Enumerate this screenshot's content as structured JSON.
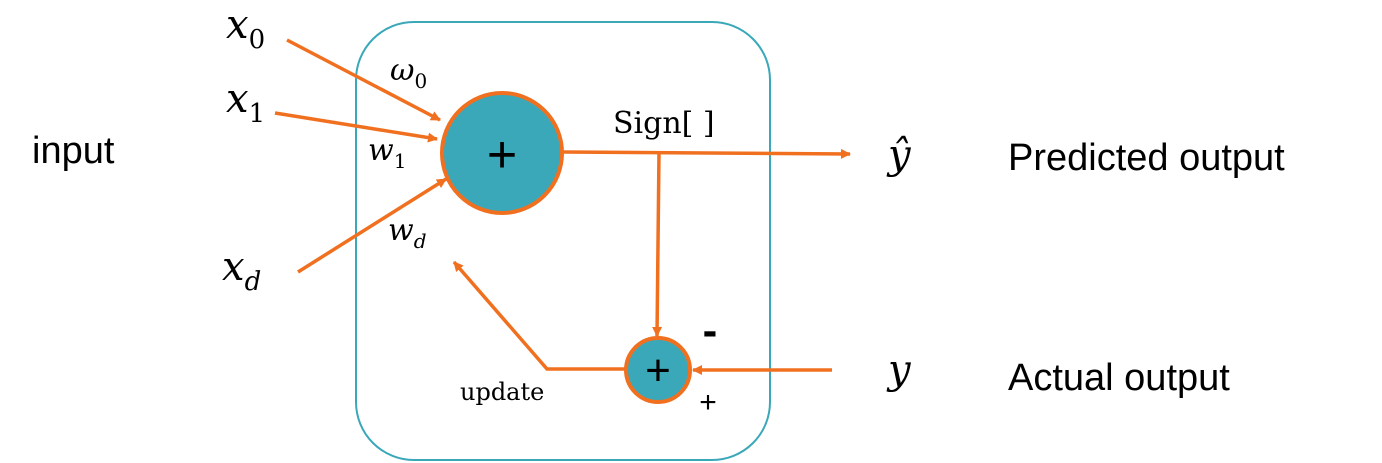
{
  "colors": {
    "arrow": "#f07020",
    "node_fill": "#3aa8b8",
    "node_stroke": "#f07020",
    "box_stroke": "#3aa8b8",
    "text": "#000000"
  },
  "labels": {
    "input": "input",
    "predicted_output": "Predicted output",
    "actual_output": "Actual output",
    "update": "update",
    "sign": "Sign[ ]"
  },
  "inputs": {
    "x0": {
      "base": "x",
      "sub": "0"
    },
    "x1": {
      "base": "x",
      "sub": "1"
    },
    "xd": {
      "base": "x",
      "sub": "d"
    }
  },
  "weights": {
    "w0": {
      "base": "ω",
      "sub": "0"
    },
    "w1": {
      "base": "w",
      "sub": "1"
    },
    "wd": {
      "base": "w",
      "sub": "d"
    }
  },
  "outputs": {
    "y_hat": "ŷ",
    "y": "y"
  },
  "nodes": {
    "sum_symbol": "+",
    "comparator_symbol": "+",
    "minus_sign": "-",
    "plus_sign": "+"
  }
}
